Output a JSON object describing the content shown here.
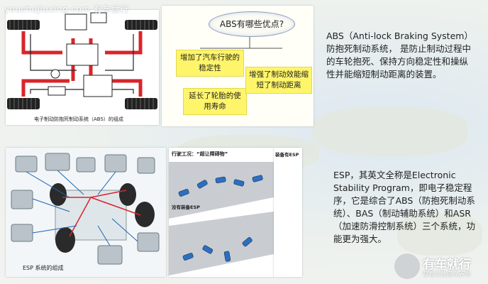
{
  "watermark": "youchejiuxing.com  有车就行",
  "abs_figure": {
    "caption": "电子制动防抱死制动系统（ABS）的组成"
  },
  "advantages": {
    "title": "ABS有哪些优点?",
    "items": [
      "增加了汽车行驶的稳定性",
      "延长了轮胎的使用寿命",
      "增强了制动效能缩短了制动距离"
    ]
  },
  "esp_figure": {
    "caption": "ESP 系统的组成"
  },
  "drive_figure": {
    "title": "行驶工况：“超让障碍物”",
    "label_with": "装备有ESP",
    "label_without": "没有装备ESP"
  },
  "abs_text": "ABS（Anti-lock Braking System）防抱死制动系统， 是防止制动过程中的车轮抱死、保持方向稳定性和操纵性并能缩短制动距离的装置。",
  "esp_text": "ESP，其英文全称是Electronic Stability Program，即电子稳定程序，它是综合了ABS（防抱死制动系统）、BAS（制动辅助系统）和ASR（加速防滑控制系统）三个系统，功能更为强大。",
  "logo": {
    "name": "有车就行",
    "tagline": "帮有车族用车养车"
  }
}
